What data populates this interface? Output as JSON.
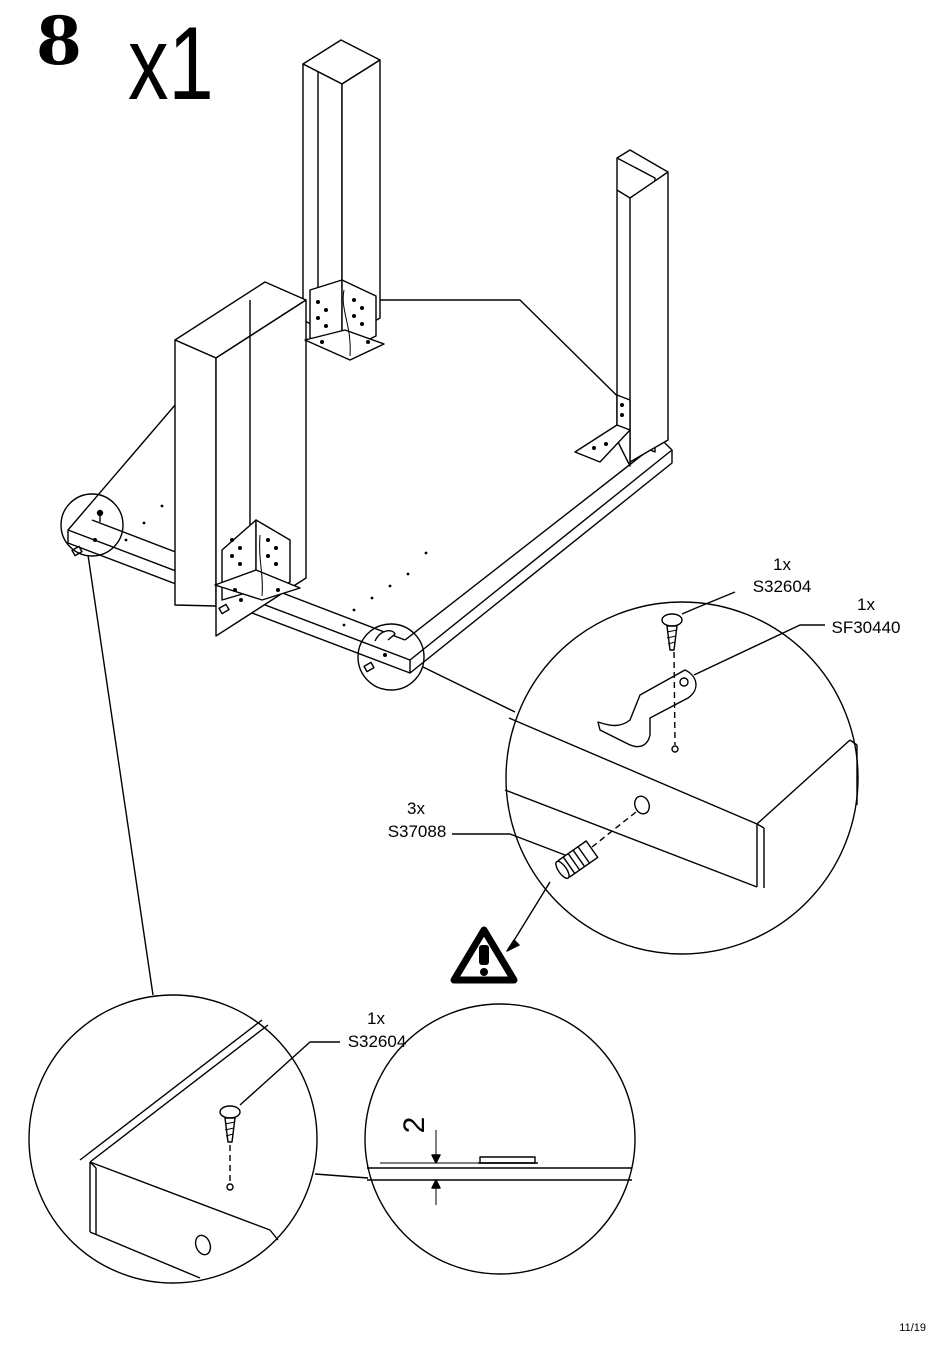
{
  "step": {
    "number": "8",
    "quantity": "x1"
  },
  "callouts": {
    "screw_top": {
      "qty": "1x",
      "code": "S32604"
    },
    "hook": {
      "qty": "1x",
      "code": "SF30440"
    },
    "dowel": {
      "qty": "3x",
      "code": "S37088"
    },
    "screw_bottom": {
      "qty": "1x",
      "code": "S32604"
    }
  },
  "dimension": {
    "value": "2"
  },
  "warning": {
    "icon": "warning-triangle-icon"
  },
  "page": {
    "number": "11/19"
  }
}
